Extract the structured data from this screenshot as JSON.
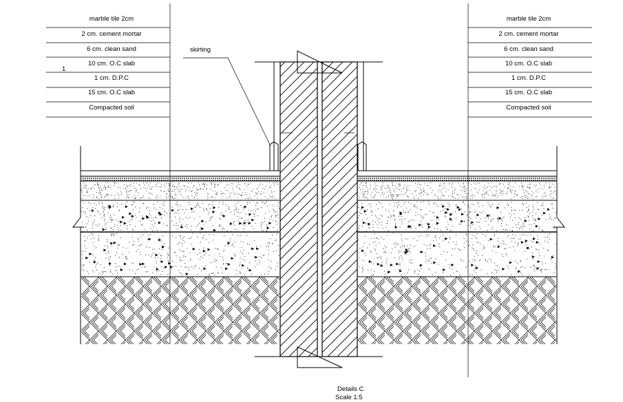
{
  "layers_left": [
    "marble tile 2cm",
    "2 cm. cement mortar",
    "6 cm. clean sand",
    "10 cm. O.C slab",
    "1 cm. D.P.C",
    "15 cm. O.C slab",
    "Compacted soil"
  ],
  "layers_right": [
    "marble tile 2cm",
    "2 cm. cement mortar",
    "6 cm. clean sand",
    "10 cm. O.C slab",
    "1 cm. D.P.C",
    "15 cm. O.C slab",
    "Compacted soil"
  ],
  "skirting_label": "skirting",
  "stray_mark": "1",
  "caption": {
    "title": "Details C",
    "scale": "Scale   1:5"
  }
}
